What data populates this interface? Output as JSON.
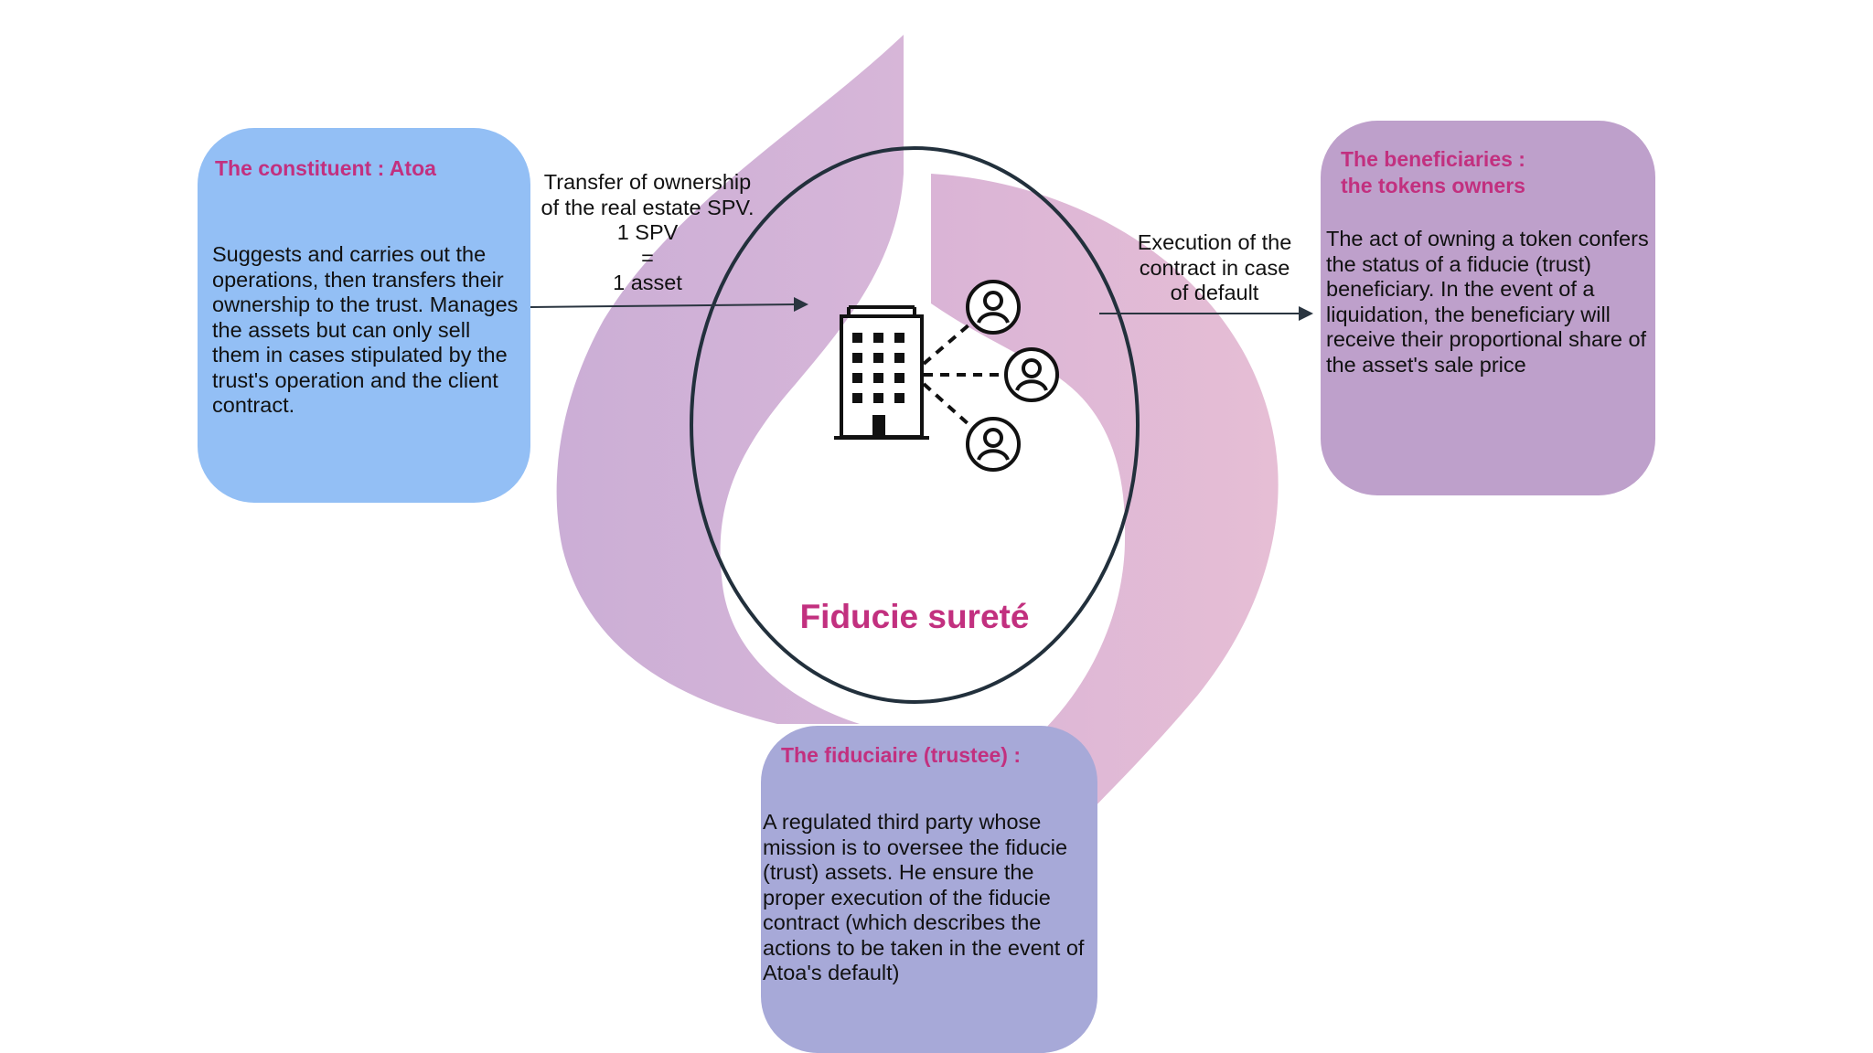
{
  "center": {
    "title": "Fiducie sureté"
  },
  "constituent": {
    "title": "The constituent : Atoa",
    "body": "Suggests and carries out the operations, then transfers their ownership to the trust. Manages the assets but can only sell them in cases stipulated by the trust's operation and the client contract."
  },
  "beneficiaries": {
    "title": "The beneficiaries :\nthe tokens owners",
    "body": "The act of owning a token confers the status of a fiducie (trust) beneficiary. In the event of a liquidation, the beneficiary will receive their proportional share of the asset's sale price"
  },
  "fiduciaire": {
    "title": "The fiduciaire (trustee) :",
    "body": "A regulated third party whose mission is to oversee the fiducie (trust) assets. He ensure the proper execution of the fiducie contract (which describes the actions to be taken in the event of Atoa's default)"
  },
  "transfer_label": {
    "line1": "Transfer of ownership",
    "line2": "of the real estate SPV.",
    "line3": "1 SPV",
    "line4": "=",
    "line5": "1 asset"
  },
  "execution_label": {
    "line1": "Execution of the",
    "line2": "contract in case",
    "line3": "of default"
  },
  "colors": {
    "constituent_box": "#93bff5",
    "beneficiaries_box": "#bea0cb",
    "fiduciaire_box": "#a7a9d8",
    "title_accent": "#c2307f",
    "swirl_left": "#d4b1d7",
    "swirl_right": "#e3b8d3",
    "outline": "#22303c"
  },
  "icons": [
    "building-icon",
    "person-icon"
  ]
}
